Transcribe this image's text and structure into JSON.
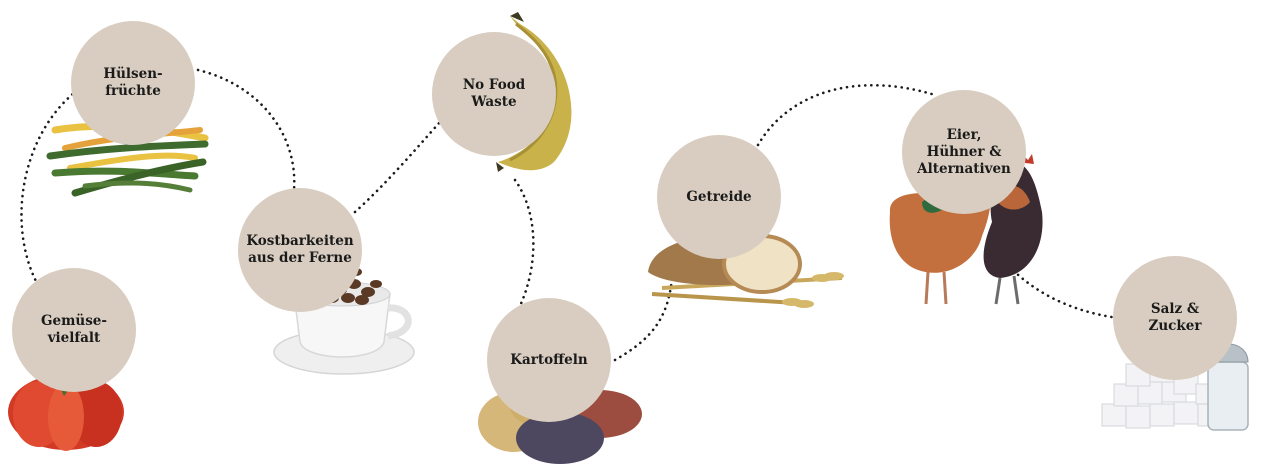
{
  "topics": [
    {
      "id": "legumes",
      "lines": [
        "Hülsen-",
        "früchte"
      ],
      "illustration": "green-and-yellow-beans"
    },
    {
      "id": "vegetables",
      "lines": [
        "Gemüse-",
        "vielfalt"
      ],
      "illustration": "tomato"
    },
    {
      "id": "delicacies",
      "lines": [
        "Kostbarkeiten",
        "aus der Ferne"
      ],
      "illustration": "coffee-cup-with-beans"
    },
    {
      "id": "no-food-waste",
      "lines": [
        "No Food",
        "Waste"
      ],
      "illustration": "banana"
    },
    {
      "id": "potatoes",
      "lines": [
        "Kartoffeln"
      ],
      "illustration": "potatoes"
    },
    {
      "id": "grain",
      "lines": [
        "Getreide"
      ],
      "illustration": "bread-and-wheat"
    },
    {
      "id": "eggs",
      "lines": [
        "Eier,",
        "Hühner &",
        "Alternativen"
      ],
      "illustration": "hen-and-rooster"
    },
    {
      "id": "salt-sugar",
      "lines": [
        "Salz &",
        "Zucker"
      ],
      "illustration": "sugar-cubes-and-salt-shaker"
    }
  ],
  "colors": {
    "circle": "#d8cdc0",
    "text": "#1a1a1a",
    "connector": "#1a1a1a",
    "background": "#ffffff"
  }
}
